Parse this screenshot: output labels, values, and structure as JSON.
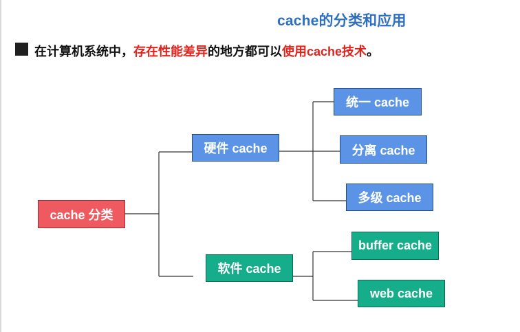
{
  "slide": {
    "title": "cache的分类和应用",
    "statement": {
      "part1": "在计算机系统中，",
      "highlight1": "存在性能差异",
      "part2": "的地方都可以",
      "highlight2": "使用cache技术",
      "part3": "。"
    }
  },
  "diagram": {
    "root": "cache 分类",
    "hardware": {
      "label": "硬件 cache",
      "children": [
        "统一 cache",
        "分离 cache",
        "多级 cache"
      ]
    },
    "software": {
      "label": "软件 cache",
      "children": [
        "buffer cache",
        "web cache"
      ]
    }
  },
  "colors": {
    "title": "#2f6fbf",
    "highlight": "#e2221b",
    "root_box": "#ee5a60",
    "hardware_box": "#5b93e6",
    "software_box": "#16ad8a",
    "connector": "#333333"
  }
}
